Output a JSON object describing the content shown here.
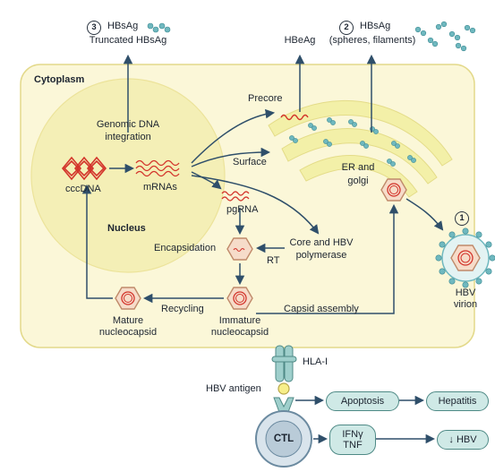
{
  "diagram": {
    "compartments": {
      "cytoplasm": "Cytoplasm",
      "nucleus": "Nucleus",
      "er_golgi": "ER and golgi"
    },
    "markers": [
      "3",
      "2",
      "1"
    ],
    "outputs": {
      "truncated": {
        "marker": "3",
        "line1": "HBsAg",
        "line2": "Truncated HBsAg"
      },
      "spheres": {
        "marker": "2",
        "line1": "HBsAg",
        "line2": "(spheres, filaments)"
      },
      "hbeag": "HBeAg",
      "virion": {
        "marker": "1",
        "line1": "HBV",
        "line2": "virion"
      }
    },
    "labels": {
      "genomic_integration": [
        "Genomic DNA",
        "integration"
      ],
      "cccdna": "cccDNA",
      "mrnas": "mRNAs",
      "precore": "Precore",
      "surface": "Surface",
      "pgrna": "pgRNA",
      "encapsidation": "Encapsidation",
      "rt": "RT",
      "core_polymerase": [
        "Core and HBV",
        "polymerase"
      ],
      "recycling": "Recycling",
      "capsid_assembly": "Capsid assembly",
      "immature_nucleocapsid": [
        "Immature",
        "nucleocapsid"
      ],
      "mature_nucleocapsid": [
        "Mature",
        "nucleocapsid"
      ]
    },
    "immune": {
      "hla": "HLA-I",
      "antigen": "HBV antigen",
      "ctl": "CTL",
      "apoptosis": "Apoptosis",
      "hepatitis": "Hepatitis",
      "cytokines": [
        "IFNγ",
        "TNF"
      ],
      "result": "↓ HBV"
    },
    "colors": {
      "cytoplasm_fill": "#fbf7d8",
      "cytoplasm_stroke": "#e3d98a",
      "nucleus_fill": "#f4efb6",
      "er_fill": "#f3f0a8",
      "arrow": "#2f4f6a",
      "dna_red": "#d3342b",
      "capsid_fill": "#f6dcc9",
      "capsid_stroke": "#c08a6a",
      "surface_protein": "#6fb8bf",
      "immune_pill_fill": "#cfe9e6",
      "receptor": "#9fcfcc"
    }
  }
}
